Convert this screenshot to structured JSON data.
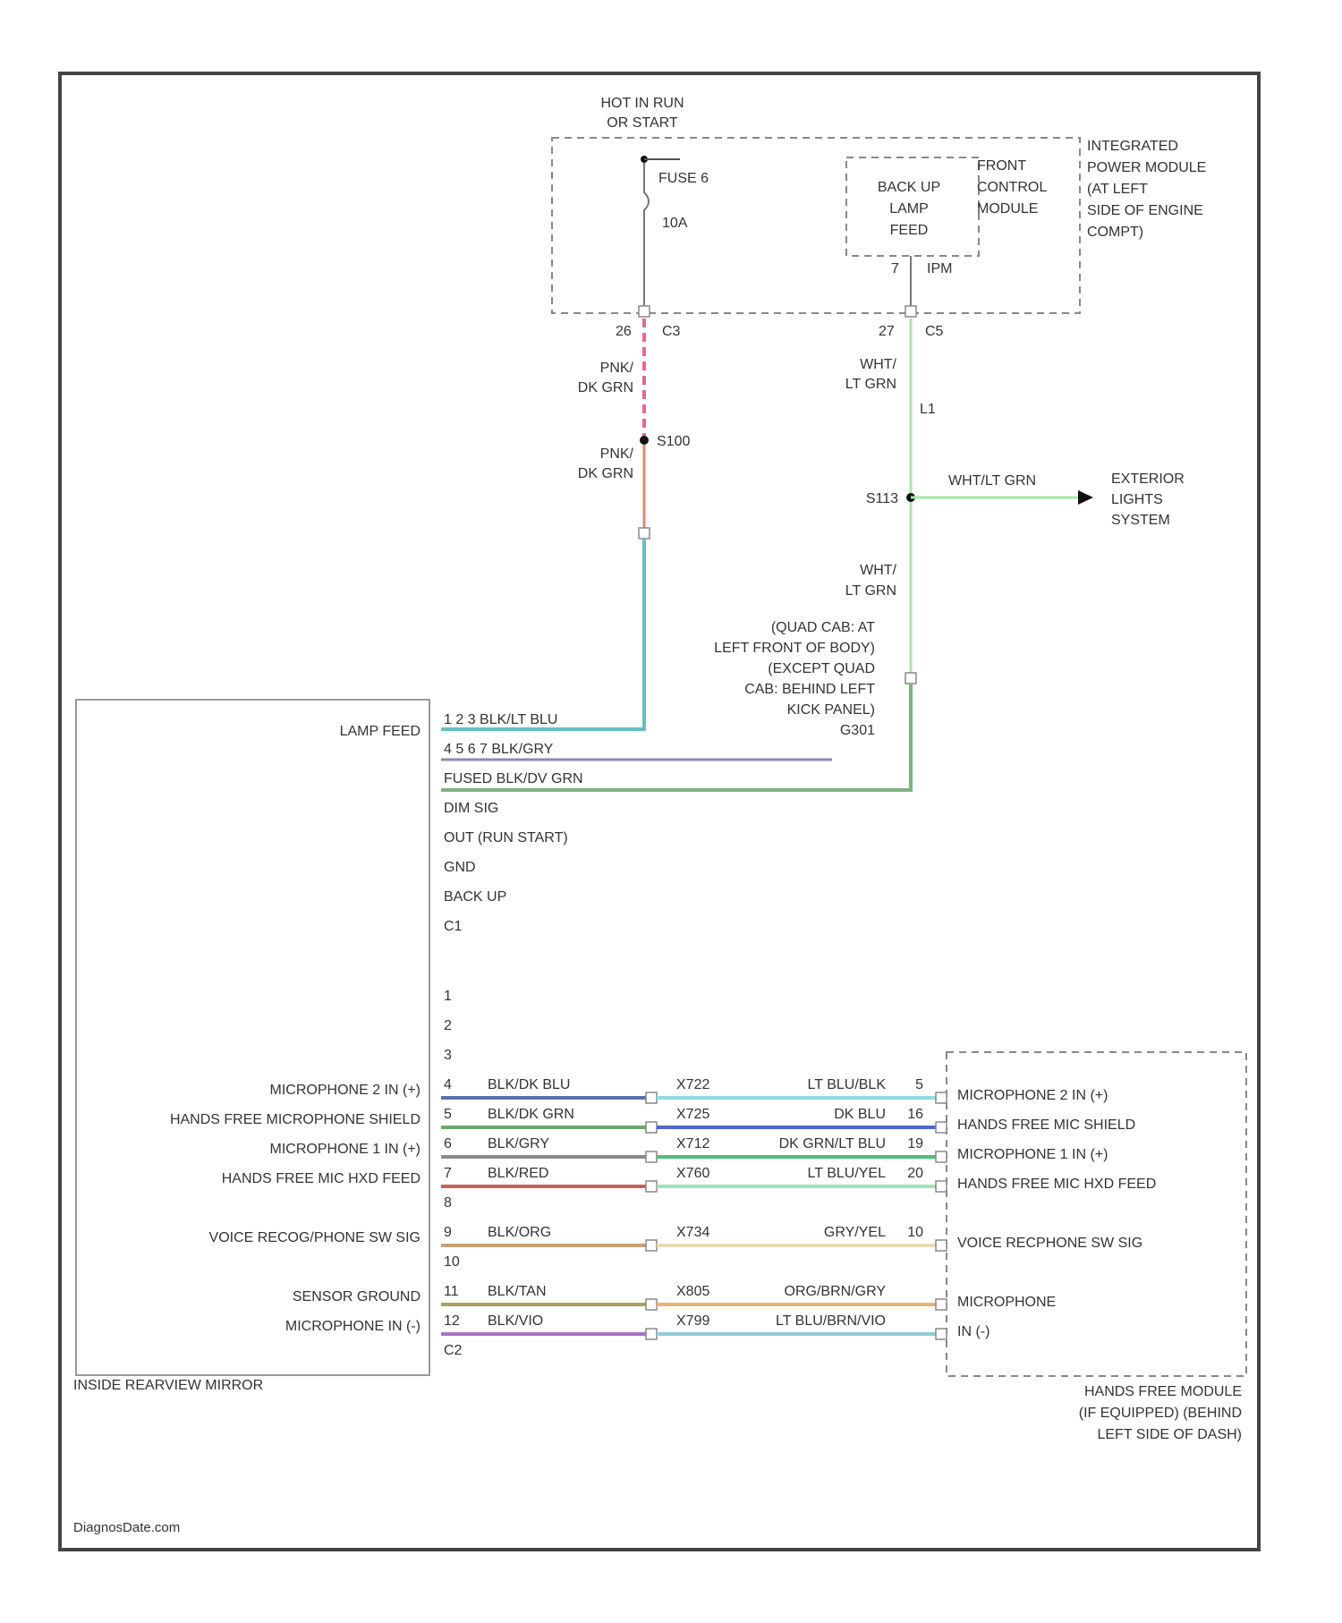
{
  "top_source": {
    "line1": "HOT IN RUN",
    "line2": "OR START"
  },
  "fuse": {
    "name": "FUSE 6",
    "rating": "10A",
    "pin": "26",
    "connector": "C3"
  },
  "ipm": {
    "lines": [
      "INTEGRATED",
      "POWER MODULE",
      "(AT LEFT",
      "SIDE OF ENGINE",
      "COMPT)"
    ]
  },
  "fcm": {
    "lines": [
      "FRONT",
      "CONTROL",
      "MODULE"
    ],
    "feed_lines": [
      "BACK UP",
      "LAMP",
      "FEED"
    ],
    "pin_label": "7",
    "ipm_label": "IPM",
    "out_pin": "27",
    "out_connector": "C5"
  },
  "wire_pink_1": {
    "line1": "PNK/",
    "line2": "DK GRN"
  },
  "splice_s100": "S100",
  "wire_pink_2": {
    "line1": "PNK/",
    "line2": "DK GRN"
  },
  "wire_wht_1": {
    "line1": "WHT/",
    "line2": "LT GRN"
  },
  "wire_code_l1": "L1",
  "splice_s113": "S113",
  "branch_wire": "WHT/LT GRN",
  "exterior": {
    "lines": [
      "EXTERIOR",
      "LIGHTS",
      "SYSTEM"
    ]
  },
  "wire_wht_2": {
    "line1": "WHT/",
    "line2": "LT GRN"
  },
  "location_note": {
    "lines": [
      "(QUAD CAB: AT",
      "LEFT FRONT OF BODY)",
      "(EXCEPT QUAD",
      "CAB: BEHIND LEFT",
      "KICK PANEL)",
      "G301"
    ]
  },
  "mirror": {
    "name": "INSIDE REARVIEW MIRROR",
    "lamp_feed": "LAMP FEED",
    "top_pins": [
      {
        "text": "1 2 3   BLK/LT BLU"
      },
      {
        "text": "4 5 6 7 BLK/GRY"
      },
      {
        "text": "FUSED BLK/DV GRN"
      },
      {
        "text": "DIM SIG"
      },
      {
        "text": "OUT (RUN START)"
      },
      {
        "text": "GND"
      },
      {
        "text": "BACK UP"
      },
      {
        "text": "C1"
      }
    ],
    "pins": [
      "1",
      "2",
      "3",
      "4",
      "5",
      "6",
      "7",
      "8",
      "9",
      "10",
      "11",
      "12",
      "C2"
    ]
  },
  "circuits": [
    {
      "left": "MICROPHONE 2 IN (+)",
      "pin": "4",
      "wire_l": "BLK/DK BLU",
      "code": "X722",
      "wire_r": "LT BLU/BLK",
      "pin_r": "5",
      "right": "MICROPHONE 2 IN (+)",
      "color_l": "#5a6fb0",
      "color_r": "#8fdde0"
    },
    {
      "left": "HANDS FREE MICROPHONE SHIELD",
      "pin": "5",
      "wire_l": "BLK/DK GRN",
      "code": "X725",
      "wire_r": "DK BLU",
      "pin_r": "16",
      "right": "HANDS FREE MIC SHIELD",
      "color_l": "#6aa86a",
      "color_r": "#4a68c8"
    },
    {
      "left": "MICROPHONE 1 IN (+)",
      "pin": "6",
      "wire_l": "BLK/GRY",
      "code": "X712",
      "wire_r": "DK GRN/LT BLU",
      "pin_r": "19",
      "right": "MICROPHONE 1 IN (+)",
      "color_l": "#8a8a8a",
      "color_r": "#4cc07a"
    },
    {
      "left": "HANDS FREE MIC HXD FEED",
      "pin": "7",
      "wire_l": "BLK/RED",
      "code": "X760",
      "wire_r": "LT BLU/YEL",
      "pin_r": "20",
      "right": "HANDS FREE MIC HXD FEED",
      "color_l": "#c86060",
      "color_r": "#9ee6c0"
    },
    {
      "left": "VOICE RECOG/PHONE SW SIG",
      "pin": "9",
      "wire_l": "BLK/ORG",
      "code": "X734",
      "wire_r": "GRY/YEL",
      "pin_r": "10",
      "right": "VOICE RECPHONE SW SIG",
      "color_l": "#c8a070",
      "color_r": "#e6dcb0"
    },
    {
      "left": "SENSOR GROUND",
      "pin": "11",
      "wire_l": "BLK/TAN",
      "code": "X805",
      "wire_r": "ORG/BRN/GRY",
      "pin_r": "",
      "right": "MICROPHONE",
      "color_l": "#a9a06a",
      "color_r": "#f0b070"
    },
    {
      "left": "MICROPHONE IN (-)",
      "pin": "12",
      "wire_l": "BLK/VIO",
      "code": "X799",
      "wire_r": "LT BLU/BRN/VIO",
      "pin_r": "",
      "right": "IN (-)",
      "color_l": "#b070c8",
      "color_r": "#8fcdd8"
    }
  ],
  "hands_free": {
    "lines": [
      "HANDS FREE MODULE",
      "(IF EQUIPPED) (BEHIND",
      "LEFT SIDE OF DASH)"
    ]
  },
  "watermark": "DiagnosDate.com"
}
